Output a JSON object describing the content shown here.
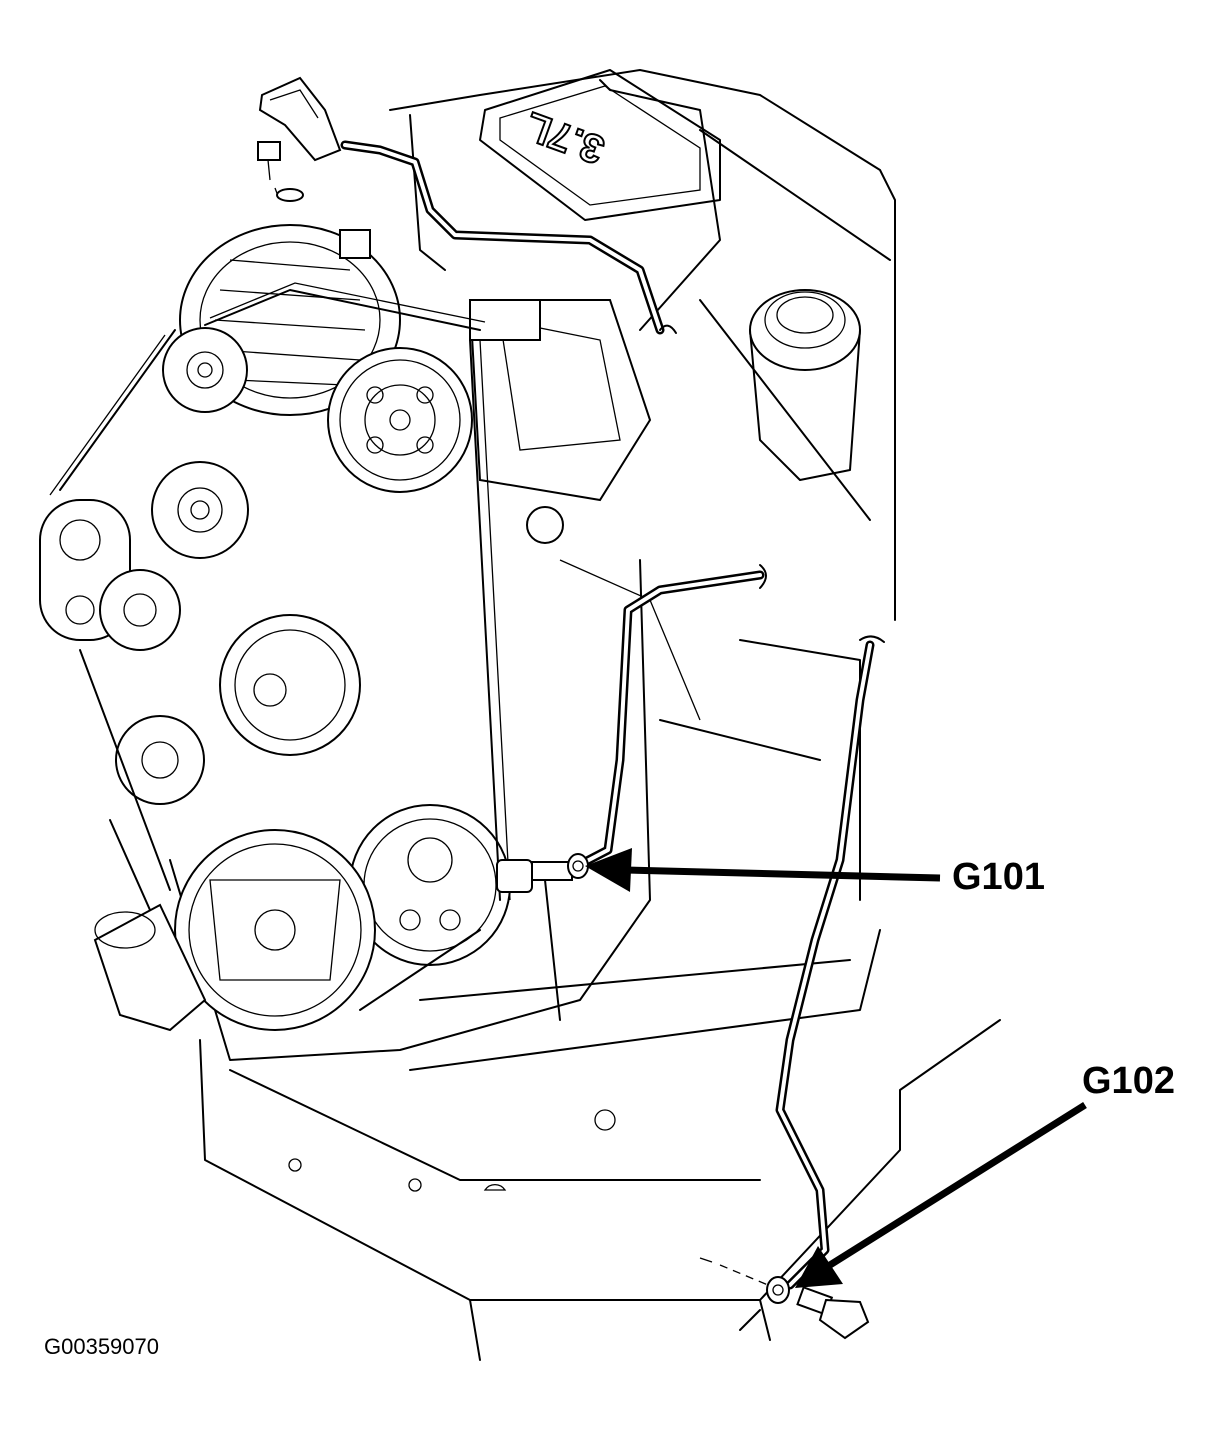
{
  "callouts": {
    "g101": "G101",
    "g102": "G102"
  },
  "figure_id": "G00359070",
  "engine_cover_lettering": "3.7L"
}
